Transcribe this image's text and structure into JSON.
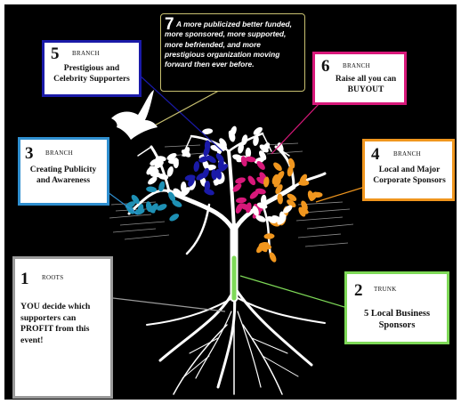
{
  "colors": {
    "background": "#000000",
    "trunk": "#ffffff",
    "trunk_highlight": "#7ed957",
    "leaf_white": "#ffffff",
    "leaf_teal": "#1e90b4",
    "leaf_blue": "#1a1aa8",
    "leaf_magenta": "#d8187a",
    "leaf_orange": "#f0961e",
    "border_branch5": "#1a1aa8",
    "border_branch6": "#d8187a",
    "border_branch3": "#2f8fd0",
    "border_branch4": "#f0961e",
    "border_trunk": "#7ed957",
    "border_roots": "#9a9a9a",
    "border_seven": "#c8c070"
  },
  "icons": [
    "dove-icon",
    "tree-illustration"
  ],
  "boxes": {
    "branch5": {
      "number": "5",
      "kind": "BRANCH",
      "text": "Prestigious and Celebrity Supporters"
    },
    "branch6": {
      "number": "6",
      "kind": "BRANCH",
      "text": "Raise all you can BUYOUT"
    },
    "branch3": {
      "number": "3",
      "kind": "BRANCH",
      "text": "Creating Publicity and Awareness"
    },
    "branch4": {
      "number": "4",
      "kind": "BRANCH",
      "text": "Local and Major Corporate Sponsors"
    },
    "trunk": {
      "number": "2",
      "kind": "TRUNK",
      "text": "5 Local Business Sponsors"
    },
    "roots": {
      "number": "1",
      "kind": "ROOTS",
      "text": "YOU decide which supporters can PROFIT from this event!"
    },
    "seven": {
      "number": "7",
      "text": "A more publicized better funded, more sponsored, more supported, more befriended, and more prestigious organization moving forward then ever before."
    }
  }
}
